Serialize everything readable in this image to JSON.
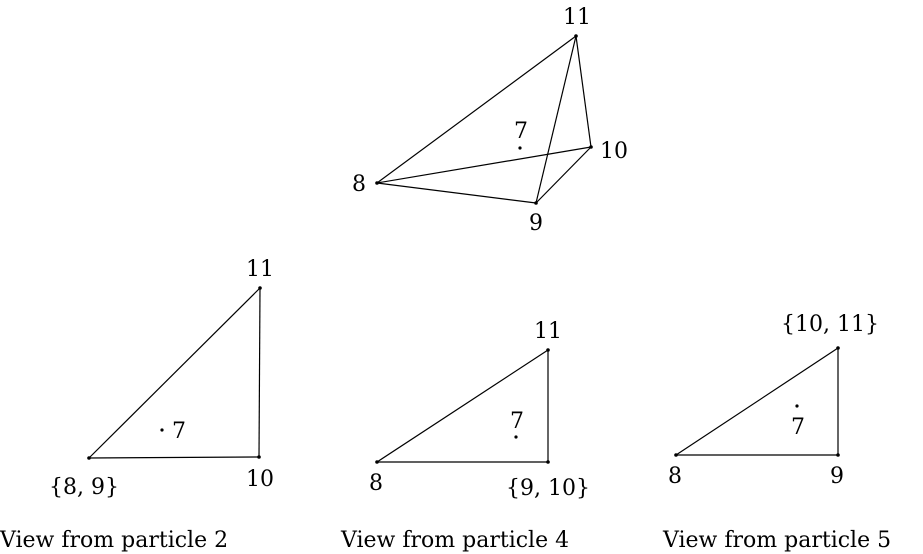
{
  "top_figure": {
    "labels": {
      "v11": "11",
      "v10": "10",
      "v8": "8",
      "v9": "9",
      "interior": "7"
    }
  },
  "view_2": {
    "labels": {
      "top": "11",
      "left": "{8, 9}",
      "right": "10",
      "interior": "7"
    },
    "caption": "View from particle 2"
  },
  "view_4": {
    "labels": {
      "top": "11",
      "left": "8",
      "right": "{9, 10}",
      "interior": "7"
    },
    "caption": "View from particle 4"
  },
  "view_5": {
    "labels": {
      "top": "{10, 11}",
      "left": "8",
      "right": "9",
      "interior": "7"
    },
    "caption": "View from particle 5"
  }
}
